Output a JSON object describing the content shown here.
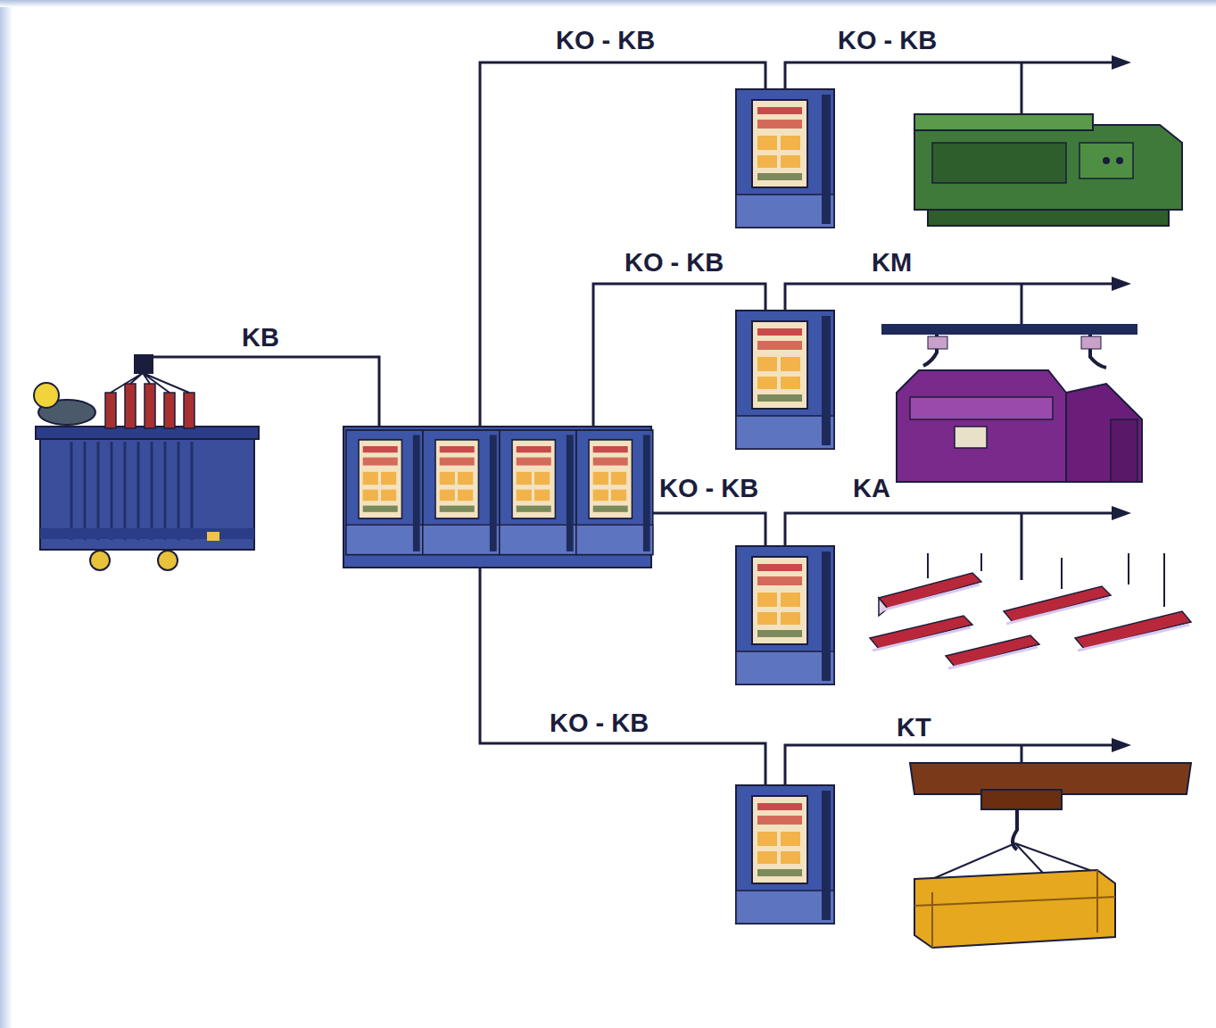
{
  "diagram": {
    "labels": [
      "KO - KB",
      "KO - KB",
      "KO - KB",
      "KM",
      "KB",
      "KO - KB",
      "KA",
      "KO - KB",
      "KT"
    ]
  }
}
